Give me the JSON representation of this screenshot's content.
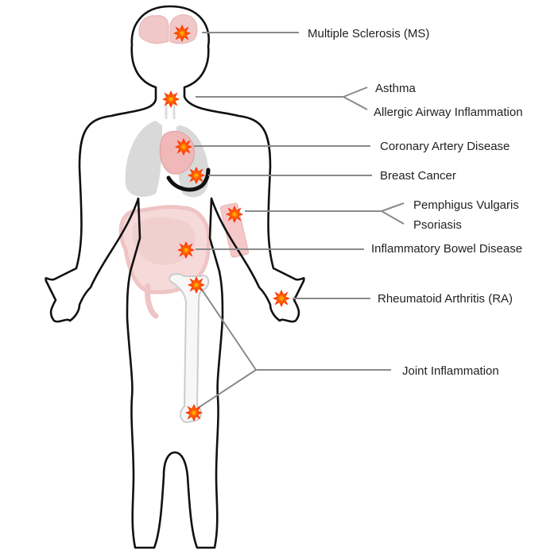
{
  "labels": {
    "ms": "Multiple Sclerosis (MS)",
    "asthma": "Asthma",
    "allergic": "Allergic Airway Inflammation",
    "cad": "Coronary Artery Disease",
    "breast": "Breast Cancer",
    "pemphigus": "Pemphigus Vulgaris",
    "psoriasis": "Psoriasis",
    "ibd": "Inflammatory Bowel Disease",
    "ra": "Rheumatoid Arthritis (RA)",
    "joint": "Joint Inflammation"
  },
  "colors": {
    "marker": "#ff2a00",
    "marker_core": "#ffd000",
    "leader": "#8a8a8a",
    "organ_pink": "#f0c2c2",
    "lungs_gray": "#d6d6d6",
    "outline": "#111111"
  }
}
